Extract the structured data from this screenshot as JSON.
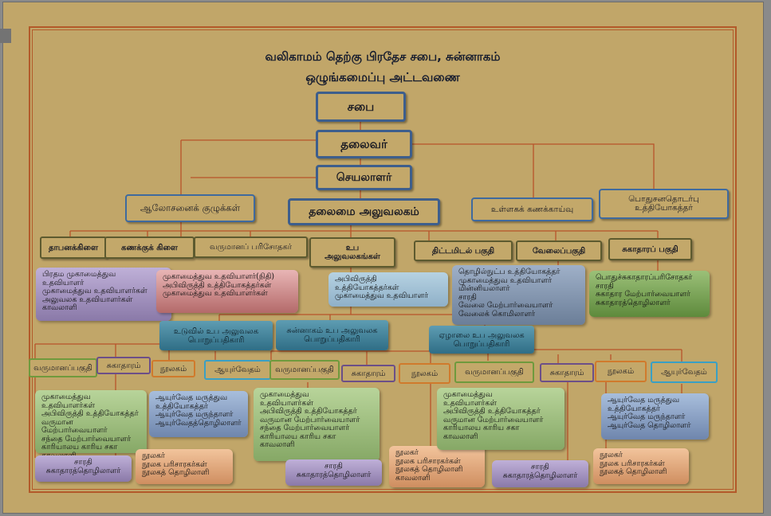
{
  "title": {
    "line1": "வலிகாமம் தெற்கு பிரதேச சபை, சுன்னாகம்",
    "line2": "ஒழுங்கமைப்பு அட்டவணை"
  },
  "top": {
    "council": "சபை",
    "chairman": "தலைவர்",
    "secretary": "செயலாளர்",
    "advisory": "ஆலோசனைக் குழுக்கள்",
    "head_office": "தலைமை அலுவலகம்",
    "internal_audit": "உள்ளகக் கணக்காய்வு",
    "public_relations": "பொதுசனதொடர்பு\nஉத்தியோகத்தர்"
  },
  "branches": {
    "establishment": "தாபனக்கிளை",
    "accounts": "கணக்குக் கிளை",
    "revenue_inspector": "வருமானப் பரிசோதகர்",
    "sub_offices": "உப\nஅலுவலகங்கள்",
    "planning": "திட்டமிடல் பகுதி",
    "works": "வேலைப்பகுதி",
    "health": "சுகாதாரப் பகுதி"
  },
  "branch_notes": {
    "establishment": "பிரதம முகாமைத்துவ\nஉதவியாளர்\nமுகாமைத்துவ உதவியாளர்கள்\nஅலுவலக உதவியாளர்கள்\nகாவலாளி",
    "accounts": "முகாமைத்துவ உதவியாளர்(நிதி)\nஅபிவிருத்தி உத்தியோகத்தர்கள்\nமுகாமைத்துவ உதவியாளர்கள்",
    "sub_offices": "அபிவிருத்தி\nஉத்தியோகத்தர்கள்\nமுகாமைத்துவ உதவியாளர்",
    "works": "தொழில்நுட்ப உத்தியோகத்தர்\nமுகாமைத்துவ உதவியாளர்\nமின்னியலாளர்\nசாரதி\nவேலை மேற்பார்வையாளர்\nவேலைக் கொமிலாளர்",
    "health": "பொதுச்சுகாதாரப்பரிசோதகர்\nசாரதி\nசுகாதார மேற்பார்வையாளர்\nசுகாதாரத்தொழிலாளர்"
  },
  "sub_offices": {
    "uduvil": "உடுவில் உப அலுவலக\nபொறுப்பதிகாரி",
    "chunnakam": "சுன்னாகம் உப அலுவலக\nபொறுப்பதிகாரி",
    "eralai": "ஏழாலை உப அலுவலக\nபொறுப்பதிகாரி"
  },
  "units": {
    "revenue": "வருமானப்பகுதி",
    "health": "சுகாதாரம்",
    "library": "நூலகம்",
    "ayurveda": "ஆயுர்வேதம்"
  },
  "unit_notes": {
    "revenue": "முகாமைத்துவ\nஉதவியாளர்கள்\nஅபிவிருத்தி உத்தியோகத்தர்\nவருமான மேற்பார்வையாளர்\nசந்தை மேற்பார்வையாளர்\nகாரியாலய காரிய சகா\nகாவலாளி",
    "revenue_uduvil": "முகாமைத்துவ உதவியாளர்கள்\nஅபிவிருத்தி உத்தியோகத்தர்\nவருமான மேற்பார்வையாளர்\nசந்தை மேற்பார்வையாளர்\nகாரியாலய காரிய சகா\nகாவலாளி",
    "revenue_eralai": "முகாமைத்துவ\nஉதவியாளர்கள்\nஅபிவிருத்தி உத்தியோகத்தர்\nவருமான மேற்பார்வையாளர்\nகாரியாலய காரிய சகா\nகாவலாளி",
    "ayurveda": "ஆயுர்வேத மருத்துவ\nஉத்தியோகத்தர்\nஆயுர்வேத மருந்தாளர்\nஆயுர்வேதத்தொழிலாளர்",
    "ayurveda_eralai": "ஆயுர்வேத மருத்துவ\nஉத்தியோகத்தர்\nஆயுர்வேத மருந்தாளர்\nஆயுர்வேத தொழிலாளர்",
    "health": "சாரதி\nசுகாதாரத்தொழிலாளர்",
    "library": "நூலகர்\nநூலக பரிசாரகர்கள்\nநூலகத் தொழிலாளி",
    "library_chunnakam": "நூலகர்\nநூலக பரிசாரகர்கள்\nநூலகத் தொழிலாளி\nகாவலாளி"
  }
}
